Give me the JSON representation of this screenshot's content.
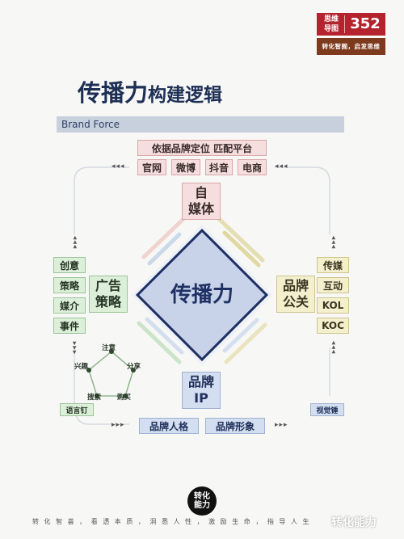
{
  "badge": {
    "tag_line1": "思维",
    "tag_line2": "导图",
    "number": "352",
    "slogan": "转化智囿，启发思维"
  },
  "title": {
    "main": "传播力",
    "rest": "构建逻辑"
  },
  "subtitle": "Brand Force",
  "top": {
    "header": "依据品牌定位 匹配平台",
    "platforms": [
      "官网",
      "微博",
      "抖音",
      "电商"
    ],
    "node_line1": "自",
    "node_line2": "媒体"
  },
  "left": {
    "items": [
      "创意",
      "策略",
      "媒介",
      "事件"
    ],
    "node_line1": "广告",
    "node_line2": "策略",
    "cycle": [
      "注意",
      "分享",
      "购买",
      "搜索",
      "兴趣"
    ],
    "corner_label": "语言钉"
  },
  "right": {
    "items": [
      "传媒",
      "互动",
      "KOL",
      "KOC"
    ],
    "node_line1": "品牌",
    "node_line2": "公关",
    "corner_label": "视觉锤"
  },
  "bottom": {
    "node_line1": "品牌",
    "node_line2": "IP",
    "items": [
      "品牌人格",
      "品牌形象"
    ]
  },
  "center": "传播力",
  "arrows": "◂◂◂",
  "arrows_right": "▸▸▸",
  "logo": {
    "line1": "转化",
    "line2": "能力"
  },
  "footer": "转 化 智 荟 ， 看 透 本 质 ， 洞 悉 人 性 ， 激 励 生 命 ， 指 导 人 生",
  "watermark": "转化能力",
  "colors": {
    "navy": "#1f3163",
    "red": "#b4232e",
    "brown": "#7d3a1c"
  }
}
